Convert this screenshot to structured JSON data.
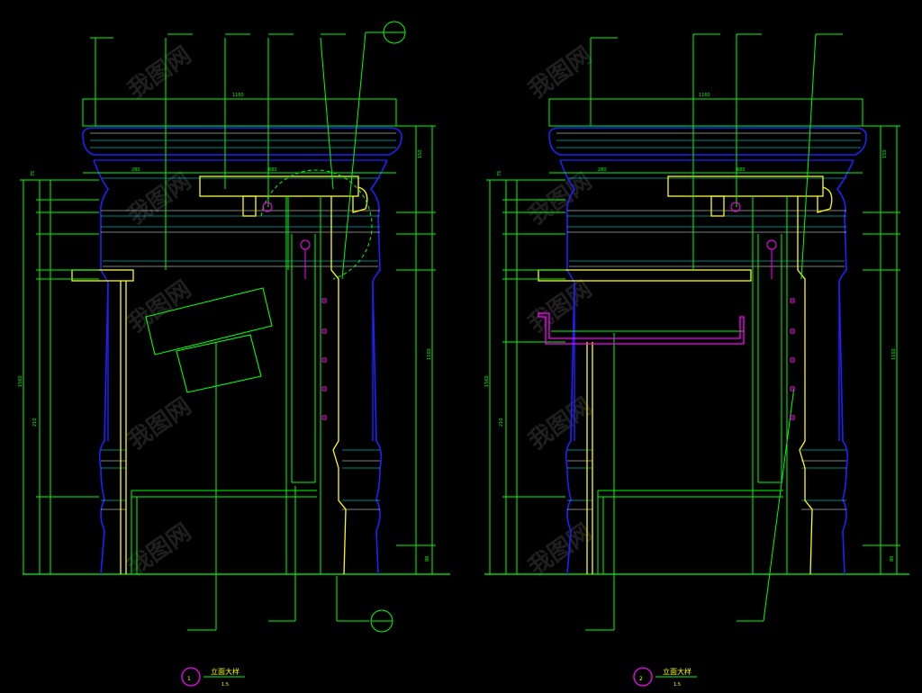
{
  "colors": {
    "background": "#000000",
    "green": "#00ff00",
    "yellow": "#ffff00",
    "blue": "#2020ff",
    "cyan": "#00ffff",
    "magenta": "#ff00ff",
    "white": "#ffffff",
    "watermark": "#3a3a3a"
  },
  "drawing_1": {
    "number": "1",
    "title": "立面大样",
    "scale": "1:5",
    "top_dim": "1160",
    "sub_dims": [
      "280",
      "680"
    ],
    "right_dims": [
      "150",
      "1160",
      "80"
    ],
    "left_dims": [
      "75",
      "210",
      "1560"
    ]
  },
  "drawing_2": {
    "number": "2",
    "title": "立面大样",
    "scale": "1:5",
    "top_dim": "1160",
    "sub_dims": [
      "280",
      "680"
    ],
    "right_dims": [
      "150",
      "1160",
      "80"
    ],
    "left_dims": [
      "75",
      "210",
      "1560"
    ]
  },
  "watermark": {
    "text": "我图网"
  }
}
